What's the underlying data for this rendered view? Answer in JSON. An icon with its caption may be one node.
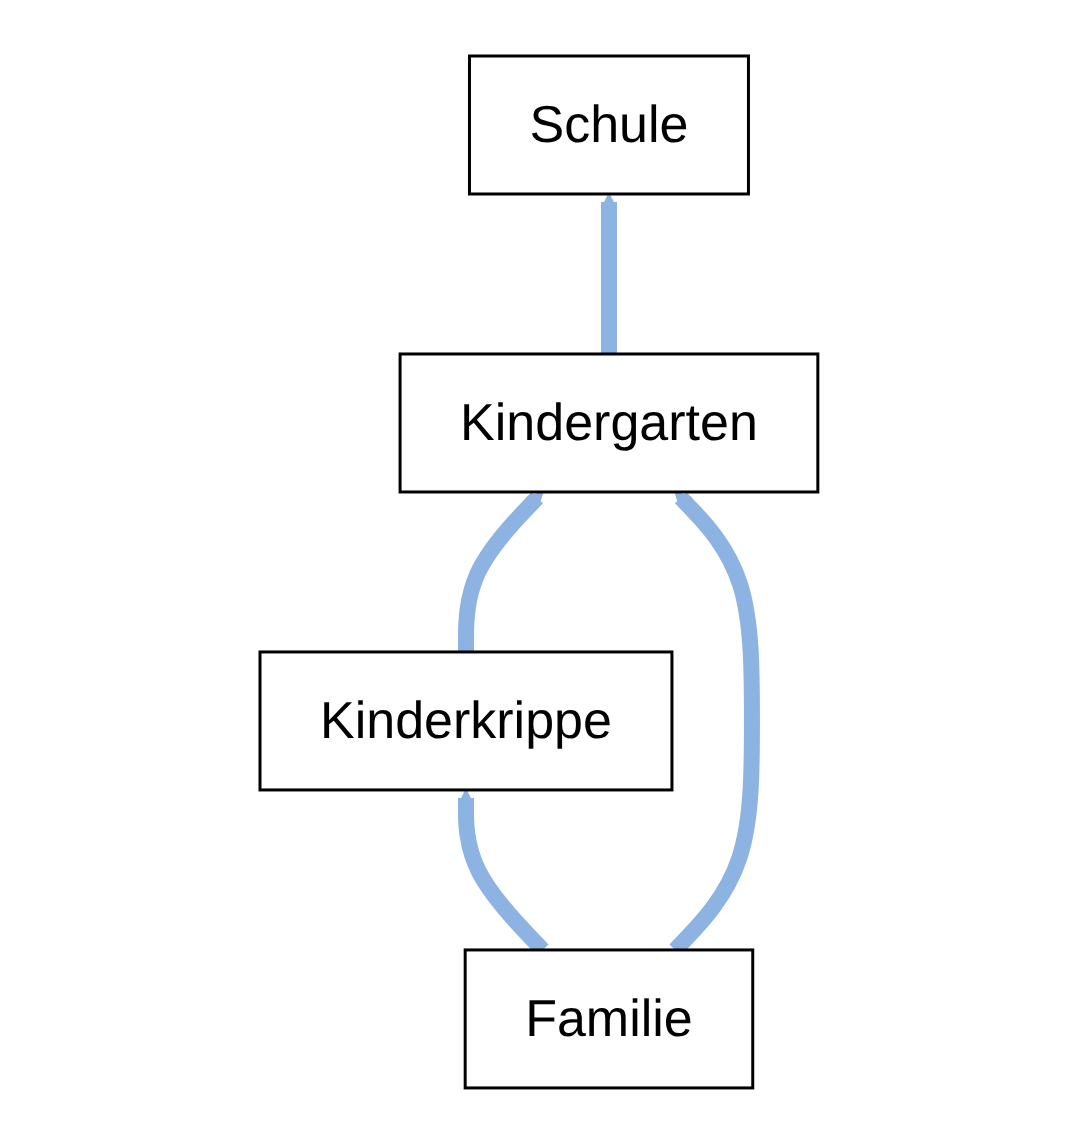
{
  "diagram": {
    "nodes": [
      {
        "text": [
          "Schule"
        ]
      },
      {
        "text": [
          "Kindergarten"
        ]
      },
      {
        "text": [
          "Kinderkrippe"
        ]
      },
      {
        "text": [
          "Familie"
        ]
      }
    ],
    "edges": [
      {
        "from": 1,
        "to": 0,
        "arrow": "to"
      },
      {
        "from": 2,
        "to": 1,
        "arrow": "to"
      },
      {
        "from": 3,
        "to": 1,
        "arrow": "to"
      },
      {
        "from": 3,
        "to": 2,
        "arrow": "to"
      }
    ]
  }
}
